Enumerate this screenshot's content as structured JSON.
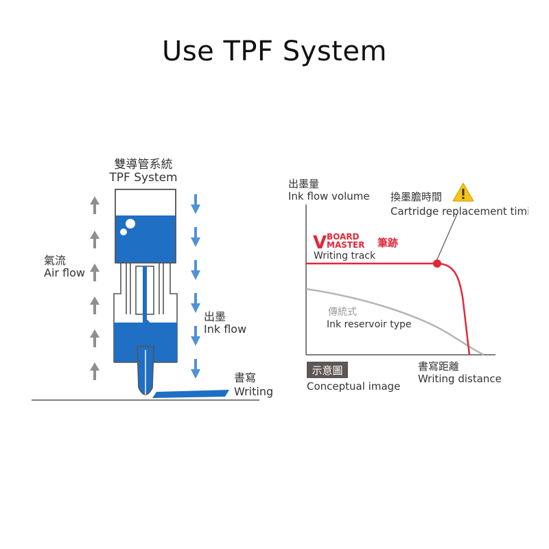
{
  "title": "Use TPF System",
  "left_diagram": {
    "heading_zh": "雙導管系統",
    "heading_en": "TPF System",
    "air_flow_zh": "氣流",
    "air_flow_en": "Air flow",
    "ink_flow_zh": "出墨",
    "ink_flow_en": "Ink flow",
    "writing_zh": "書寫",
    "writing_en": "Writing"
  },
  "right_diagram": {
    "y_axis_zh": "出墨量",
    "y_axis_en": "Ink flow volume",
    "replacement_zh": "換墨膽時間",
    "replacement_en": "Cartridge replacement timi",
    "brand_v": "V",
    "brand_line1": "BOARD",
    "brand_line2": "MASTER",
    "brand_zh": "筆跡",
    "writing_track_en": "Writing track",
    "traditional_zh": "傳統式",
    "traditional_en": "Ink reservoir type",
    "x_axis_zh": "書寫距離",
    "x_axis_en": "Writing distance",
    "concept_zh": "示意圖",
    "concept_en": "Conceptual image"
  },
  "colors": {
    "ink_blue": "#1f6fc4",
    "arrow_blue": "#4f92d6",
    "arrow_gray": "#8f8f8f",
    "track_red": "#e0283a",
    "traditional_gray": "#b5b5b5",
    "warning_yellow": "#f6c21b",
    "badge_bg": "#5d5654"
  }
}
